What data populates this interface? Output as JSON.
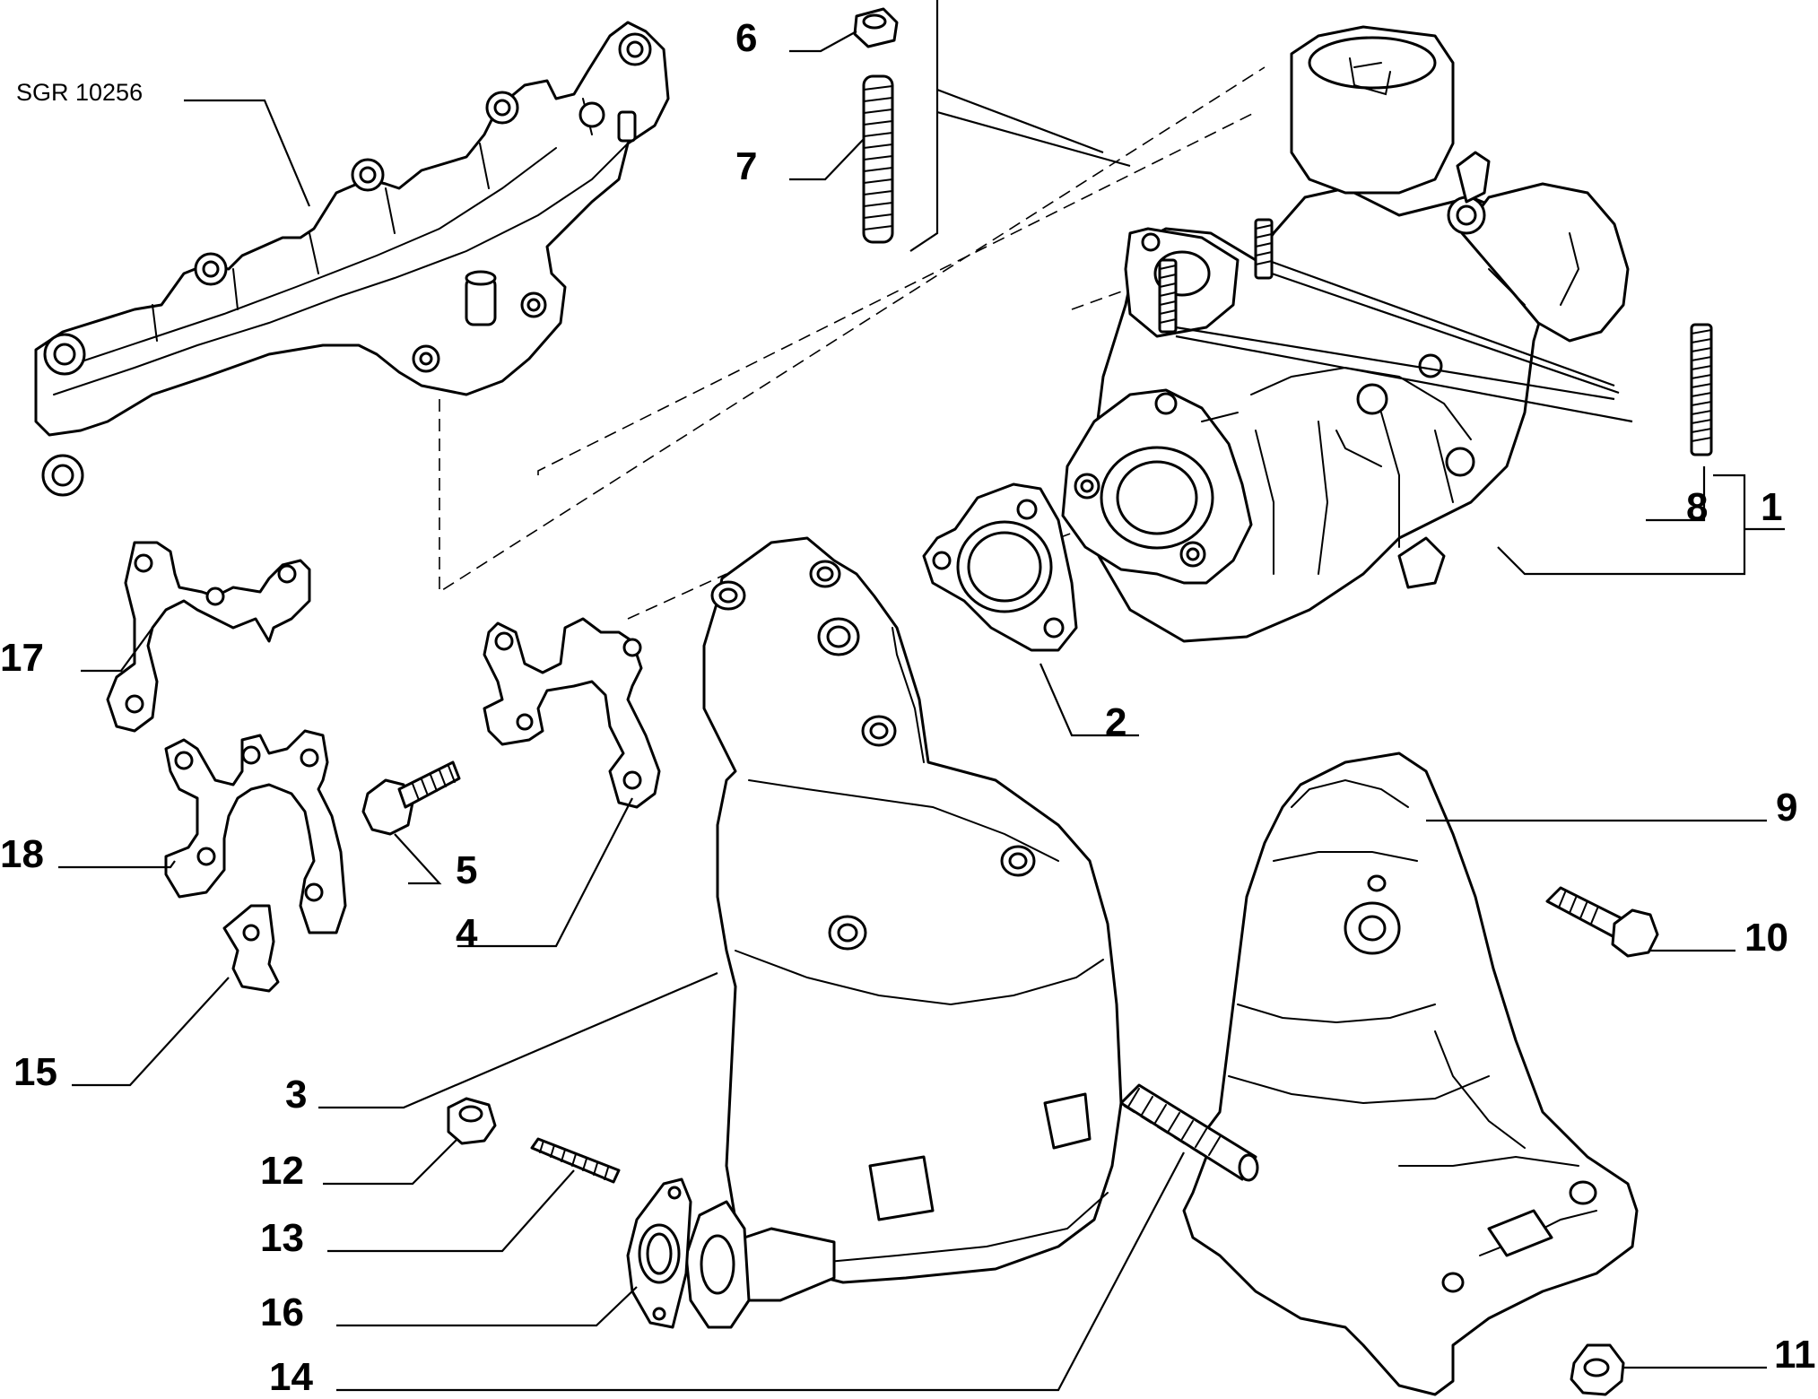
{
  "diagram": {
    "reference_code": "SGR 10256",
    "callouts": [
      "1",
      "2",
      "3",
      "4",
      "5",
      "6",
      "7",
      "8",
      "9",
      "10",
      "11",
      "12",
      "13",
      "14",
      "15",
      "16",
      "17",
      "18"
    ]
  }
}
